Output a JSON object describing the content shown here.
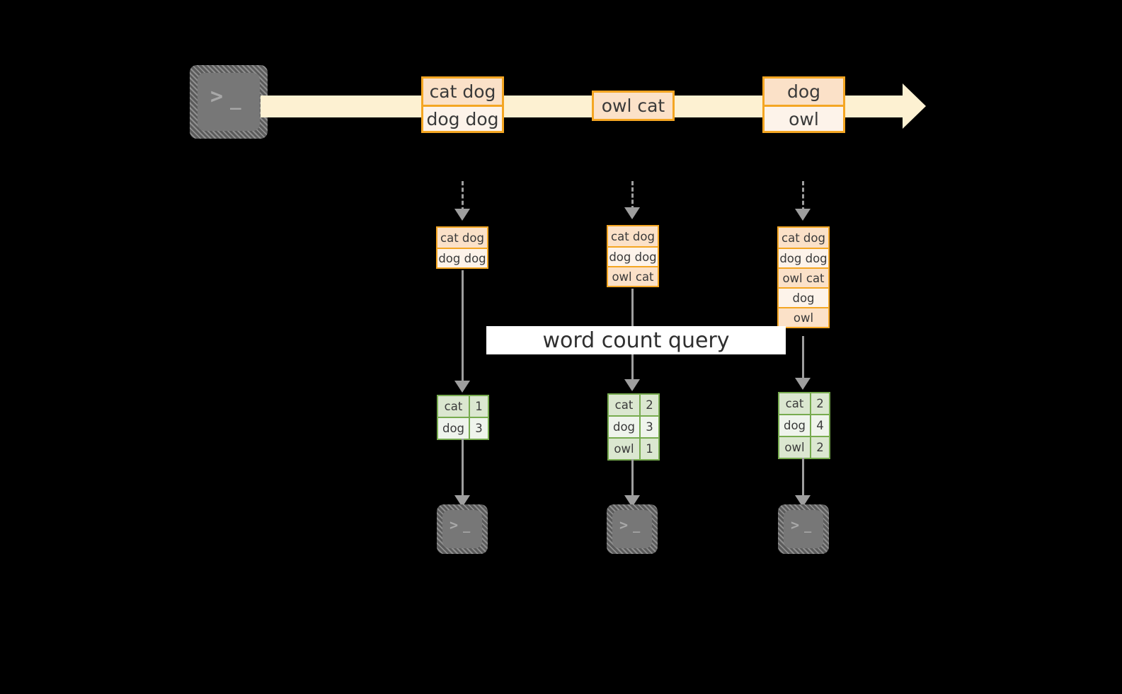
{
  "diagram": {
    "title_banner": "word count query",
    "source_terminal": {
      "icon": "terminal-icon",
      "glyph_prompt": ">",
      "glyph_cursor": "_"
    },
    "timeline": {
      "label": "",
      "messages": [
        {
          "id": "batch-1",
          "lines": [
            "cat dog",
            "dog dog"
          ]
        },
        {
          "id": "batch-2",
          "lines": [
            "owl cat"
          ]
        },
        {
          "id": "batch-3",
          "lines": [
            "dog",
            "owl"
          ]
        }
      ]
    },
    "columns": [
      {
        "name": "column-1",
        "accumulated": [
          "cat dog",
          "dog dog"
        ],
        "counts": [
          {
            "word": "cat",
            "count": "1"
          },
          {
            "word": "dog",
            "count": "3"
          }
        ],
        "sink": {
          "icon": "terminal-icon",
          "glyph_prompt": ">",
          "glyph_cursor": "_"
        }
      },
      {
        "name": "column-2",
        "accumulated": [
          "cat dog",
          "dog dog",
          "owl cat"
        ],
        "counts": [
          {
            "word": "cat",
            "count": "2"
          },
          {
            "word": "dog",
            "count": "3"
          },
          {
            "word": "owl",
            "count": "1"
          }
        ],
        "sink": {
          "icon": "terminal-icon",
          "glyph_prompt": ">",
          "glyph_cursor": "_"
        }
      },
      {
        "name": "column-3",
        "accumulated": [
          "cat dog",
          "dog dog",
          "owl cat",
          "dog",
          "owl"
        ],
        "counts": [
          {
            "word": "cat",
            "count": "2"
          },
          {
            "word": "dog",
            "count": "4"
          },
          {
            "word": "owl",
            "count": "2"
          }
        ],
        "sink": {
          "icon": "terminal-icon",
          "glyph_prompt": ">",
          "glyph_cursor": "_"
        }
      }
    ],
    "colors": {
      "background": "#000000",
      "stream_band": "#fdf1d2",
      "message_border": "#f4a623",
      "message_fill_dark": "#fbe1c8",
      "message_fill_light": "#fdf3ea",
      "table_border": "#77ab4f",
      "table_fill_dark": "#dbe7d0",
      "table_fill_light": "#eff4ec",
      "arrow": "#9e9e9e",
      "terminal": "#777777",
      "banner_fill": "#ffffff",
      "text": "#3a3a3a"
    }
  }
}
